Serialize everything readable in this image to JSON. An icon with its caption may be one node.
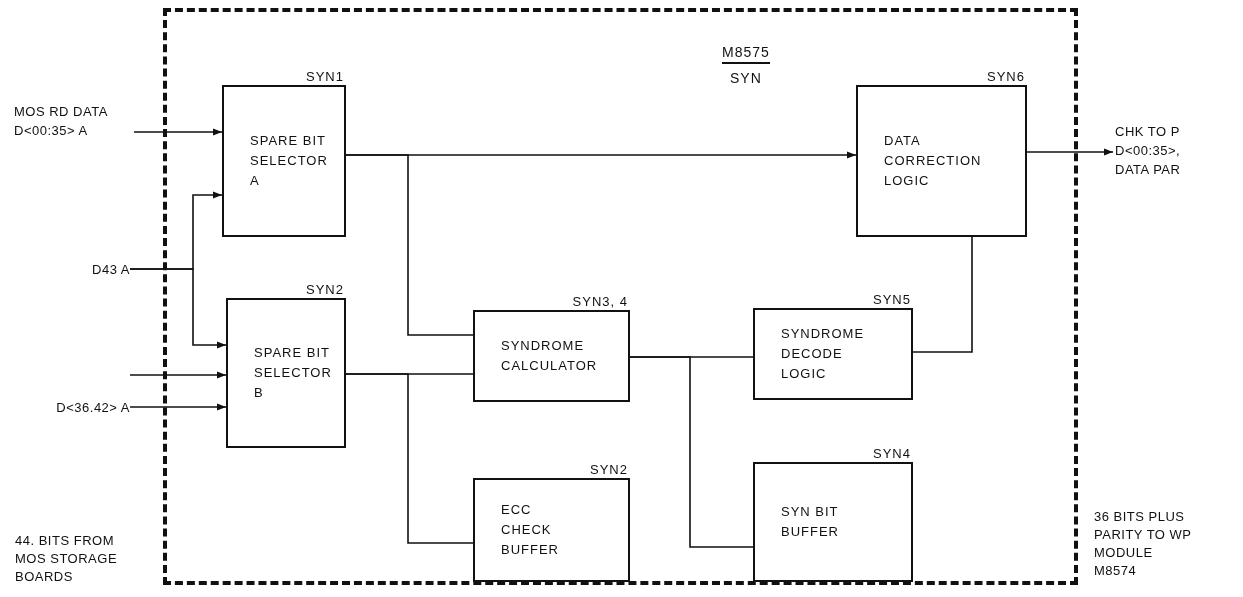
{
  "diagram": {
    "nodes": [
      {
        "text": [
          "M8575",
          "SYN"
        ]
      },
      {
        "text": [
          "SYN1",
          "SPARE BIT SELECTOR A"
        ],
        "in": 0
      },
      {
        "text": [
          "SYN2",
          "SPARE BIT SELECTOR B"
        ],
        "in": 0
      },
      {
        "text": [
          "SYN3, 4",
          "SYNDROME CALCULATOR"
        ],
        "in": 0
      },
      {
        "text": [
          "SYN5",
          "SYNDROME DECODE LOGIC"
        ],
        "in": 0
      },
      {
        "text": [
          "SYN6",
          "DATA CORRECTION LOGIC"
        ],
        "in": 0
      },
      {
        "text": [
          "SYN2",
          "ECC CHECK BUFFER"
        ],
        "in": 0
      },
      {
        "text": [
          "SYN4",
          "SYN BIT BUFFER"
        ],
        "in": 0
      },
      {
        "text": [
          "MOS RD DATA D<00:35> A"
        ]
      },
      {
        "text": [
          "D43 A"
        ]
      },
      {
        "text": [
          "D<36.42> A"
        ]
      },
      {
        "text": [
          "CHK TO P D<00:35>, DATA PAR"
        ]
      }
    ],
    "edges": [
      {
        "from": 8,
        "to": 1,
        "arrow": "to"
      },
      {
        "from": 9,
        "to": 1,
        "arrow": "to"
      },
      {
        "from": 9,
        "to": 2,
        "arrow": "to"
      },
      {
        "from": null,
        "to": 2,
        "arrow": "to"
      },
      {
        "from": 10,
        "to": 2,
        "arrow": "to"
      },
      {
        "from": 1,
        "to": 5,
        "arrow": "to"
      },
      {
        "from": 1,
        "to": 3,
        "arrow": "none"
      },
      {
        "from": 2,
        "to": 3,
        "arrow": "none"
      },
      {
        "from": 2,
        "to": 6,
        "arrow": "none"
      },
      {
        "from": 3,
        "to": 4,
        "arrow": "none"
      },
      {
        "from": 3,
        "to": 7,
        "arrow": "none"
      },
      {
        "from": 4,
        "to": 5,
        "arrow": "none"
      },
      {
        "from": 5,
        "to": 11,
        "arrow": "to"
      }
    ],
    "labels": [
      "44. BITS FROM MOS STORAGE BOARDS",
      "36 BITS PLUS PARITY TO WP MODULE M8574"
    ]
  }
}
